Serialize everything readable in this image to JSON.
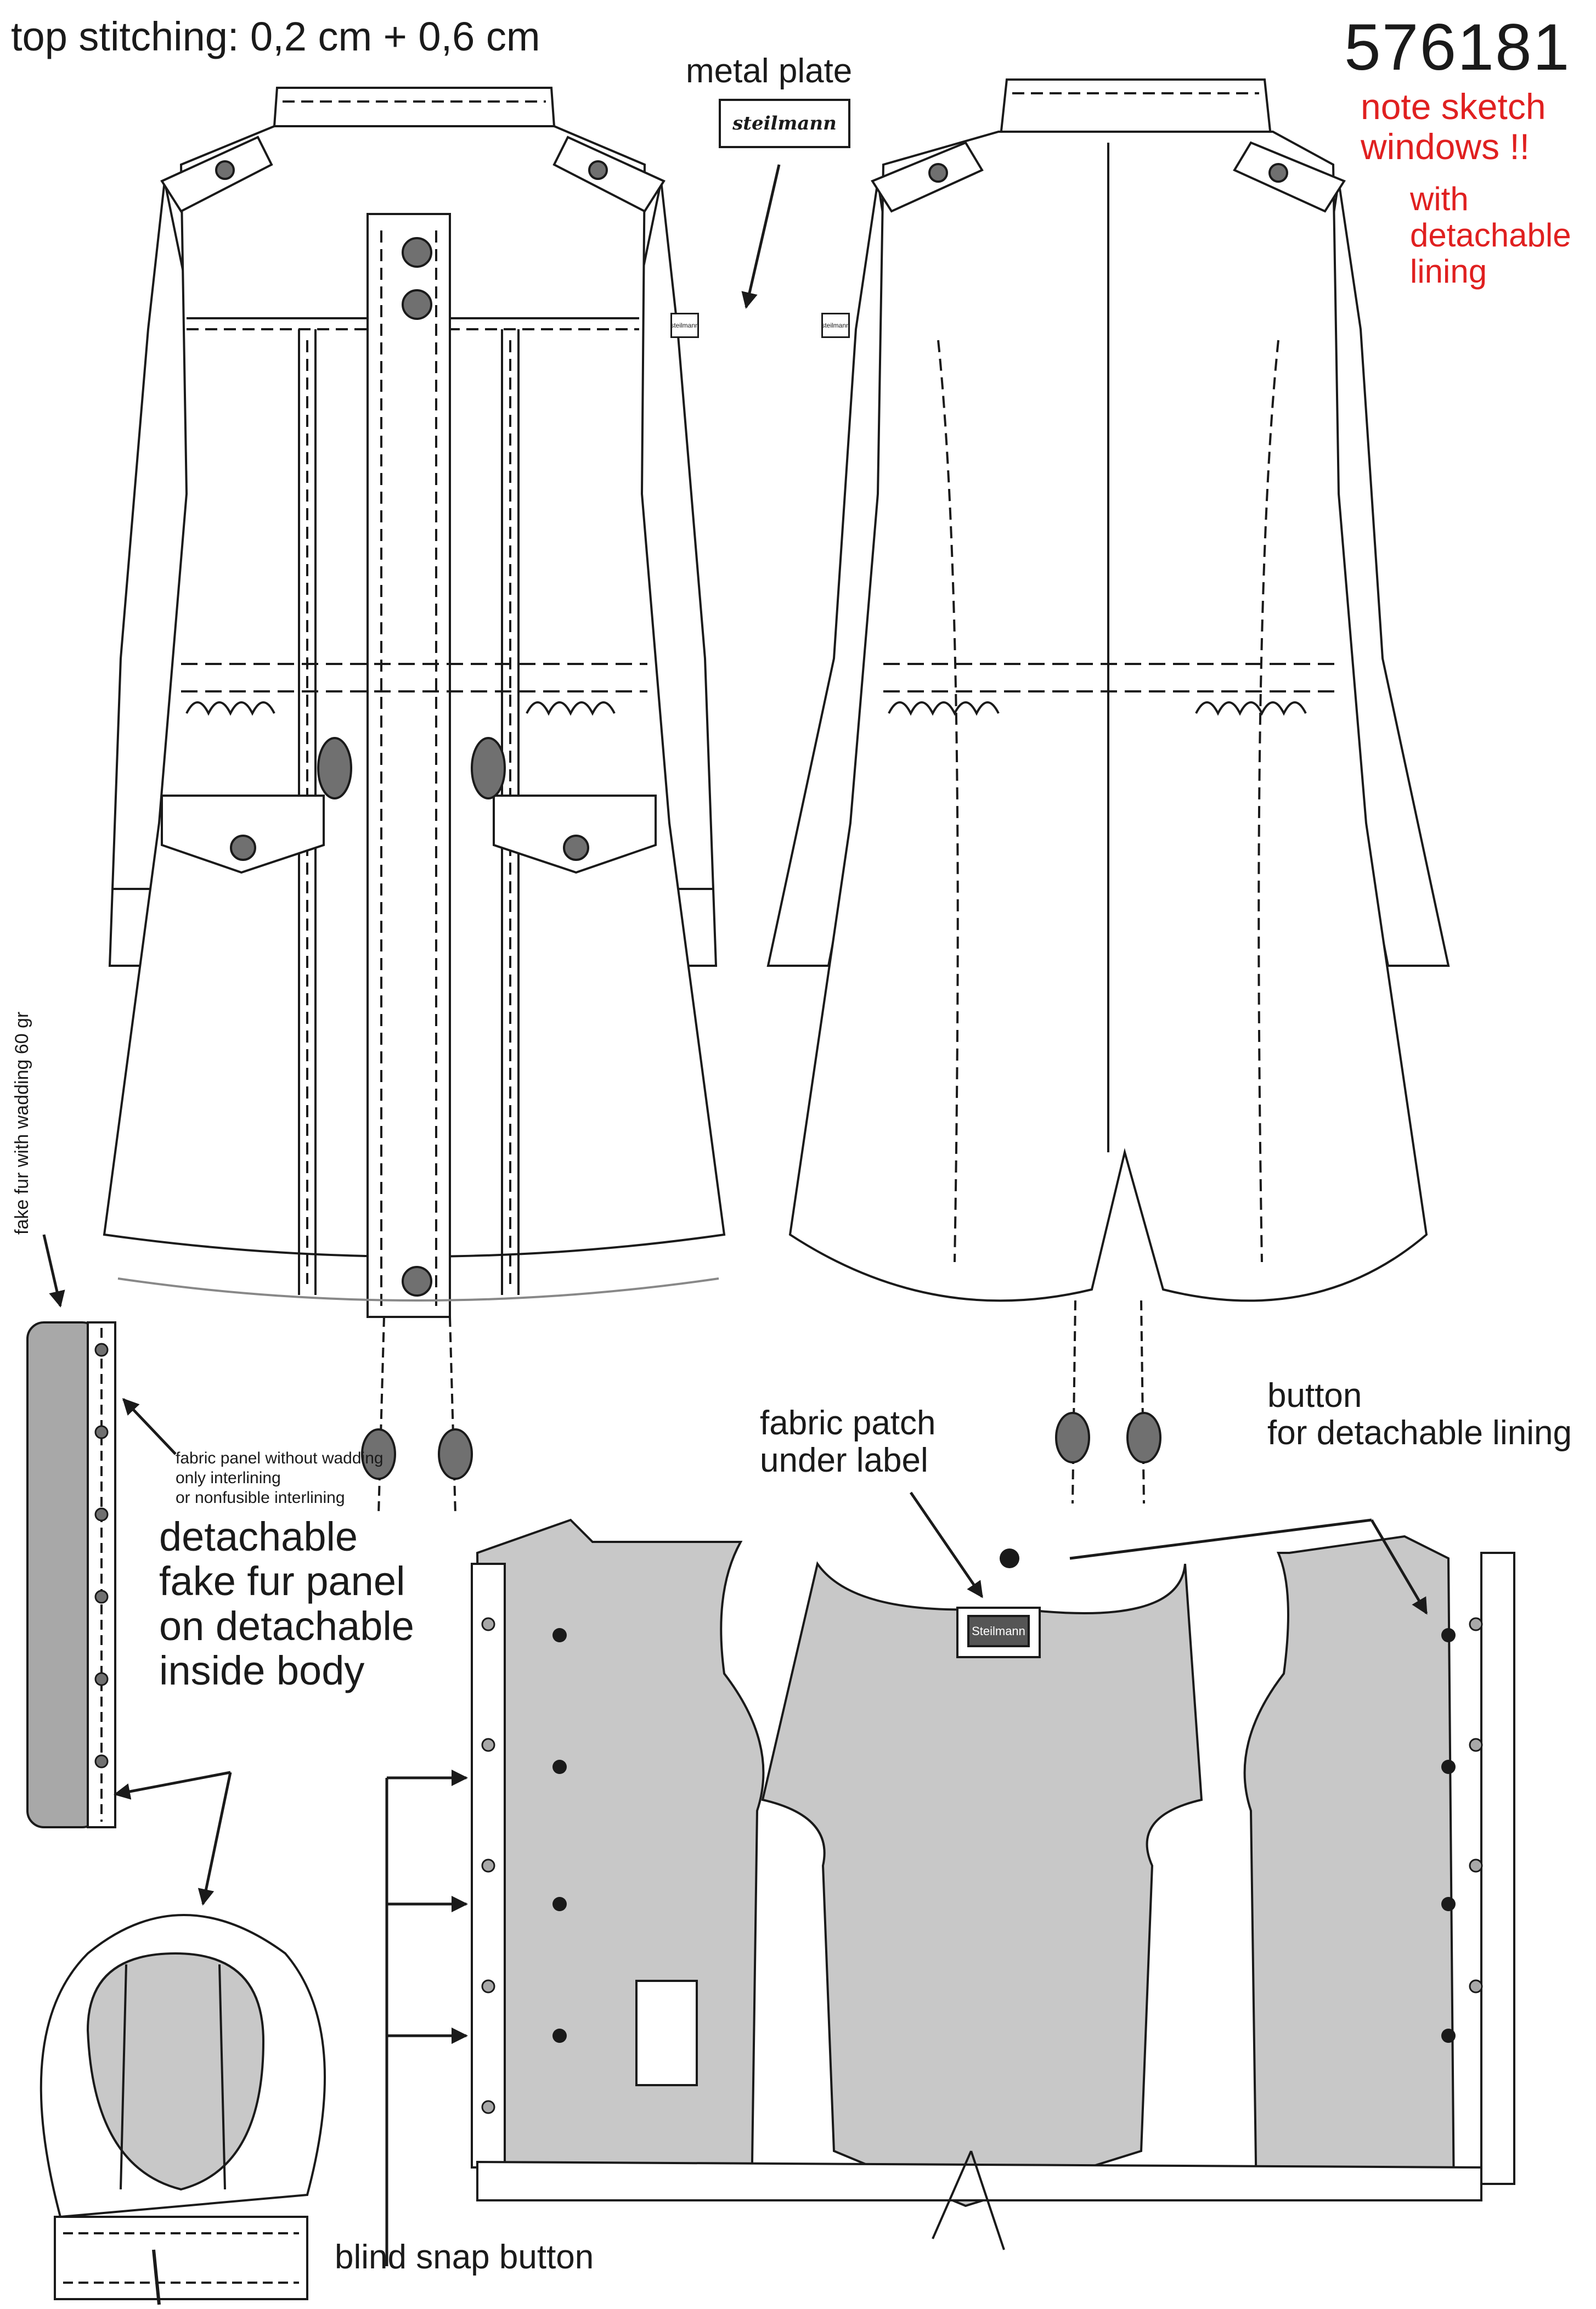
{
  "sheet": {
    "model_number": "576181",
    "top_stitching": "top stitching: 0,2 cm + 0,6 cm",
    "notes": [
      "note sketch",
      "windows !!"
    ],
    "lining_note": [
      "with",
      "detachable",
      "lining"
    ]
  },
  "callouts": {
    "metal_plate": "metal plate",
    "plate_brand": "steilmann",
    "label_brand": "Steilmann",
    "sleeve_tab": "steilmann",
    "fabric_patch": [
      "fabric patch",
      "under label"
    ],
    "button_lining": [
      "button",
      "for detachable lining"
    ],
    "fake_fur_wadding": "fake fur with wadding 60 gr",
    "fabric_panel": [
      "fabric panel without wadding",
      "only interlining",
      "or nonfusible interlining"
    ],
    "detachable_panel": [
      "detachable",
      "fake fur panel",
      "on detachable",
      "inside body"
    ],
    "blind_snap": "blind snap button"
  },
  "colors": {
    "line": "#1a1a1a",
    "lining_fill": "#c8c8c8",
    "hardware_fill": "#707070",
    "note_red": "#e02020",
    "paper": "#ffffff"
  },
  "icons": [
    "arrow-icon",
    "button-icon",
    "toggle-icon",
    "label-plate-icon"
  ]
}
